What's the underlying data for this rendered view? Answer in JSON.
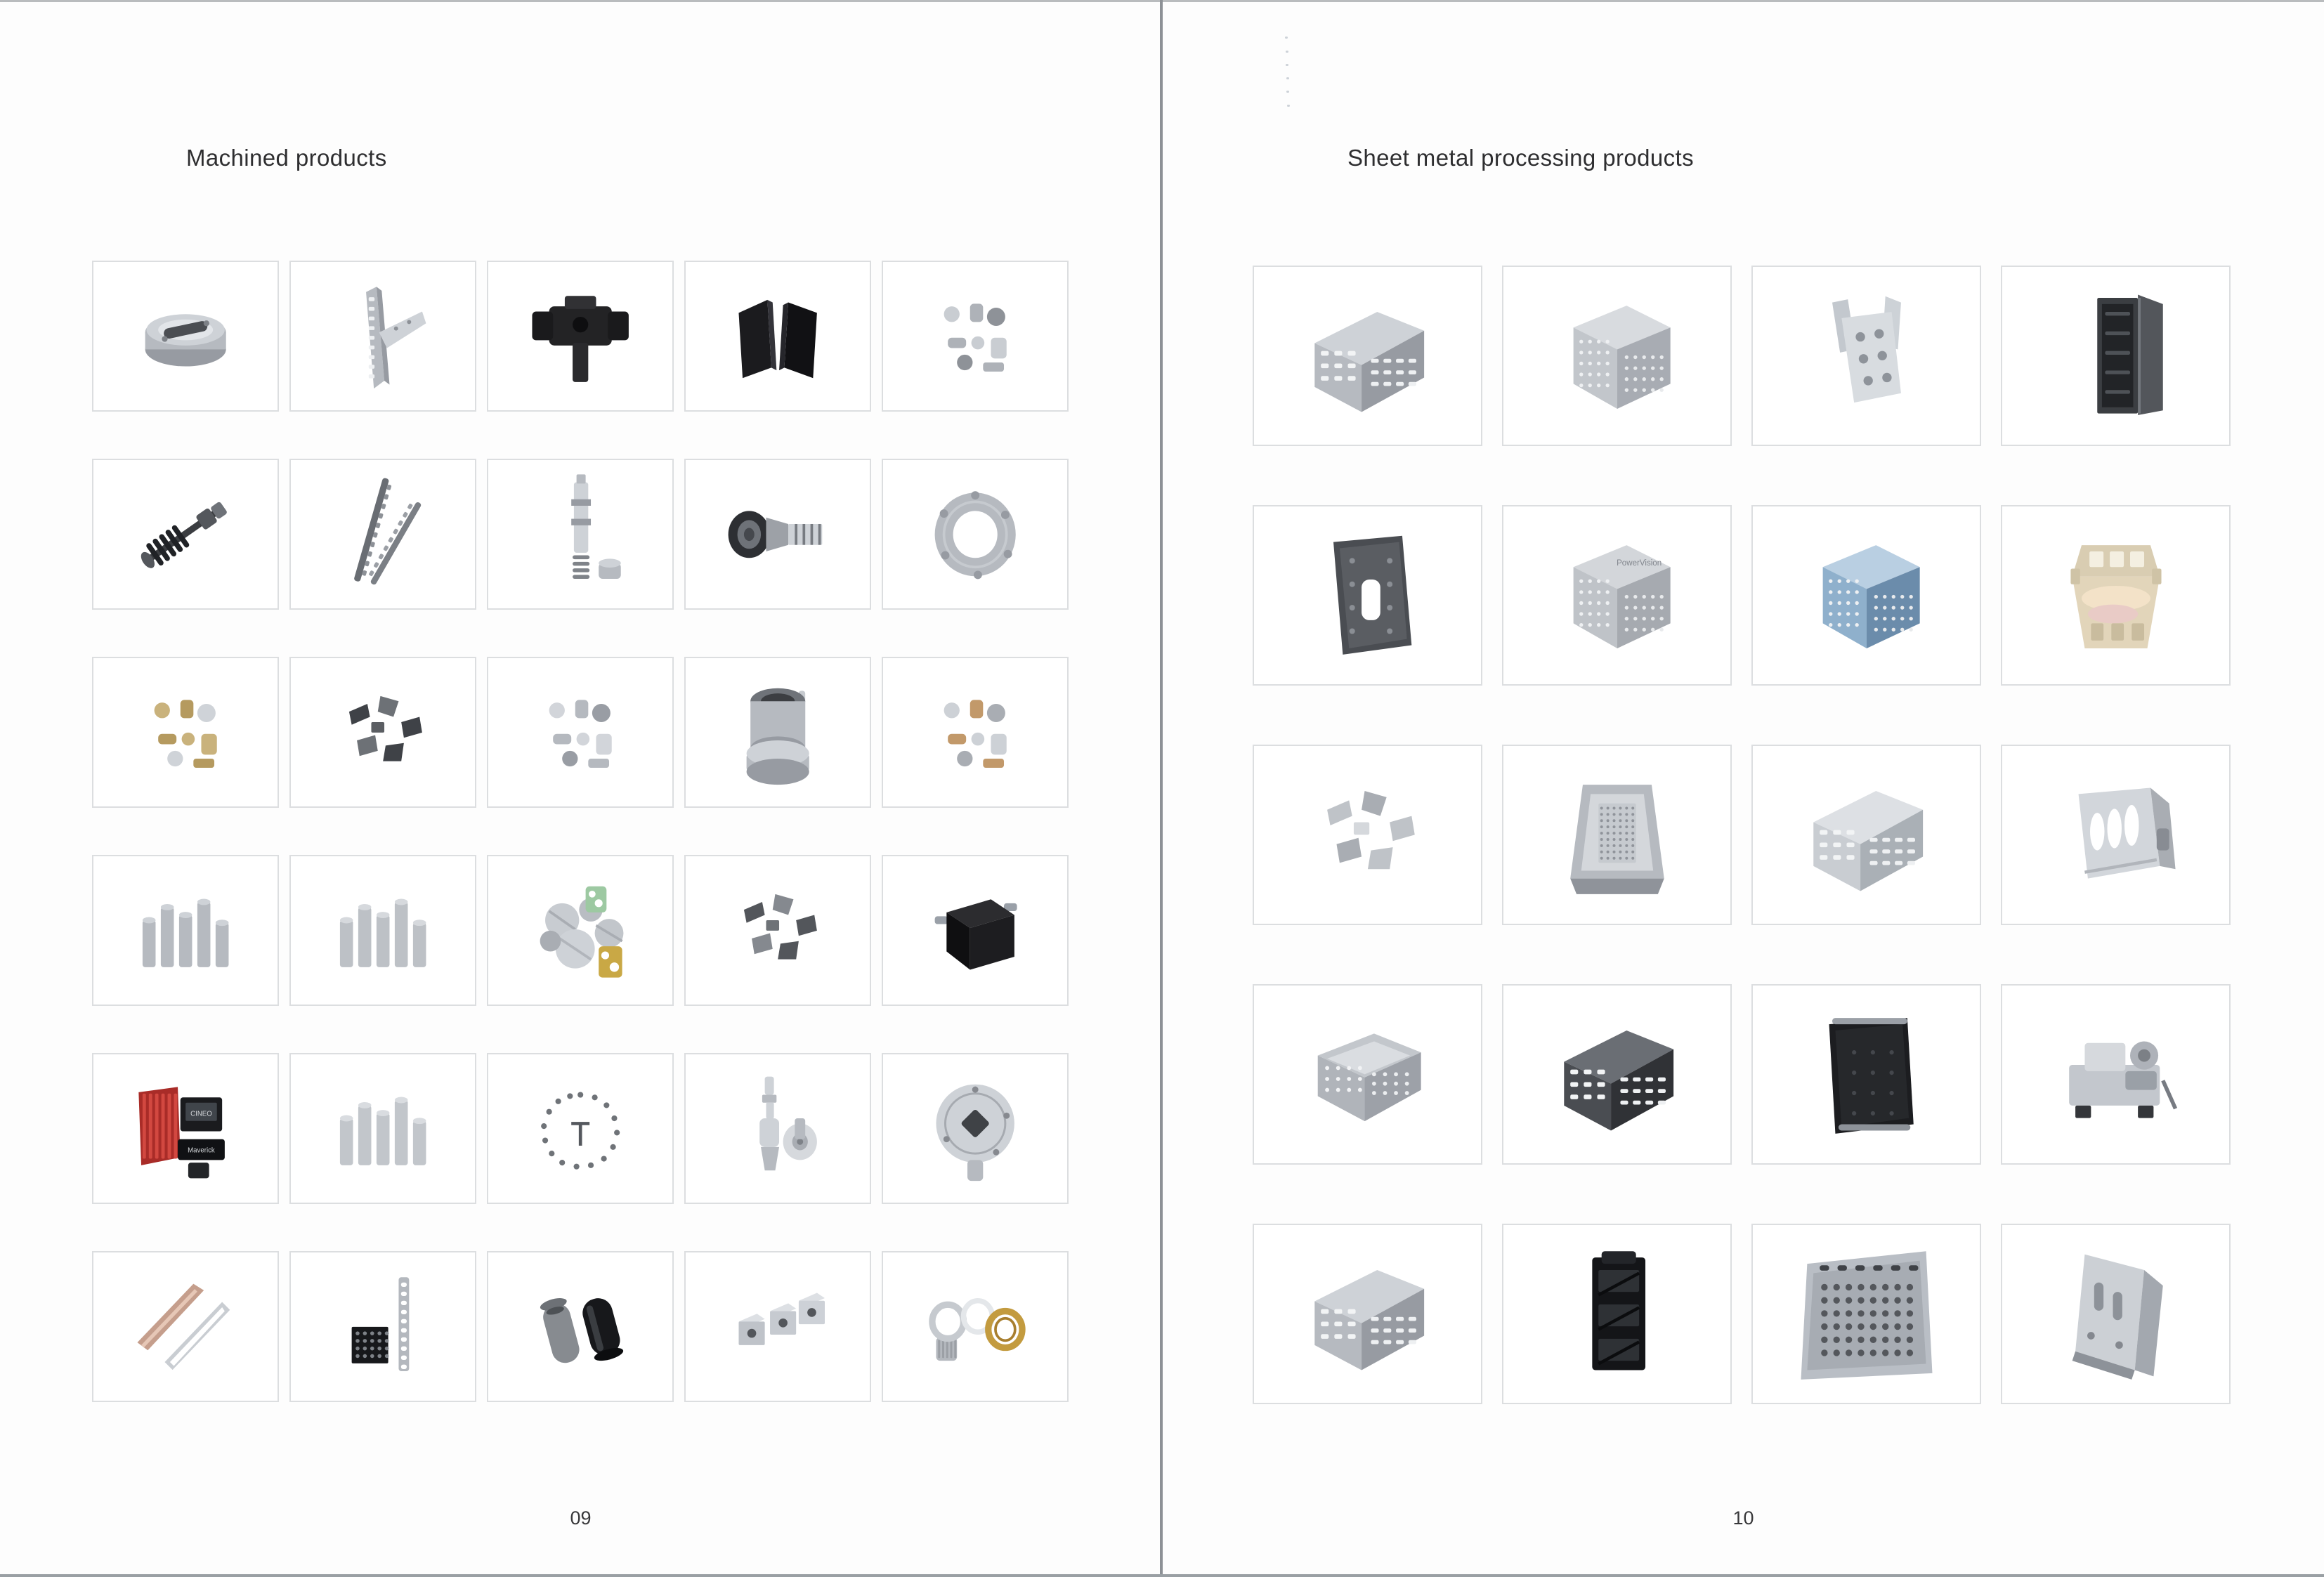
{
  "colors": {
    "page_bg": "#ffffff",
    "cell_border": "#dcdee0",
    "divider": "#8d9196",
    "title_text": "#2e2e30",
    "page_number_text": "#38383a"
  },
  "left_page": {
    "title": "Machined products",
    "page_number": "09",
    "grid": {
      "cols": 5,
      "rows": 6
    },
    "products": [
      {
        "name": "round-machined-housing",
        "art": "disc"
      },
      {
        "name": "angled-serrated-bracket",
        "art": "plate"
      },
      {
        "name": "black-clamp-bracket",
        "art": "bracket"
      },
      {
        "name": "black-angled-plates",
        "art": "plates2"
      },
      {
        "name": "small-turned-fasteners",
        "art": "scatter",
        "c": [
          "#c9cdd2",
          "#aeb2b8",
          "#8e9298"
        ]
      },
      {
        "name": "cv-axle-shaft",
        "art": "axle"
      },
      {
        "name": "serrated-broach-rods",
        "art": "rods"
      },
      {
        "name": "plunger-shaft",
        "art": "shaftv"
      },
      {
        "name": "bevel-gear-shaft",
        "art": "gearshaft"
      },
      {
        "name": "aluminum-adapter-flange",
        "art": "flange"
      },
      {
        "name": "brass-pins-set",
        "art": "scatter",
        "c": [
          "#c9b27c",
          "#b59a5f",
          "#cfd3d8"
        ]
      },
      {
        "name": "steel-clips-set",
        "art": "clips",
        "c": [
          "#5b5e63",
          "#3f4247",
          "#6d7176"
        ]
      },
      {
        "name": "turned-fittings-set",
        "art": "scatter",
        "c": [
          "#d2d5da",
          "#b5b9bf",
          "#999da4"
        ]
      },
      {
        "name": "flanged-cylinder",
        "art": "bigcyl"
      },
      {
        "name": "tubes-and-cups-set",
        "art": "scatter",
        "c": [
          "#cdd1d6",
          "#c2996a",
          "#a9adb3"
        ]
      },
      {
        "name": "stainless-standoffs",
        "art": "pins"
      },
      {
        "name": "threaded-spindles",
        "art": "pins",
        "c": [
          "#d6d9dd",
          "#bdc1c6",
          "#9da1a7"
        ]
      },
      {
        "name": "milled-discs-set",
        "art": "discs"
      },
      {
        "name": "gray-bracket-set",
        "art": "clips",
        "c": [
          "#6e7277",
          "#53565b",
          "#85898f"
        ]
      },
      {
        "name": "black-sheet-box",
        "art": "blackbox"
      },
      {
        "name": "red-heatsink-module",
        "art": "heatsink",
        "labels": [
          "CINEO",
          "Maverick"
        ]
      },
      {
        "name": "dowel-pins-set",
        "art": "pins",
        "c": [
          "#d9dce0",
          "#c2c6cb",
          "#a2a6ad"
        ]
      },
      {
        "name": "pin-circle-set",
        "art": "circlepins"
      },
      {
        "name": "spindle-and-flange-wheel",
        "art": "spindle"
      },
      {
        "name": "square-hole-flange",
        "art": "flangesq"
      },
      {
        "name": "rose-gold-panel-set",
        "art": "panels"
      },
      {
        "name": "keypad-plate-and-strip",
        "art": "keypad"
      },
      {
        "name": "oval-tube-sleeves",
        "art": "sleeves"
      },
      {
        "name": "drilled-blocks-set",
        "art": "blocks"
      },
      {
        "name": "metal-rings-set",
        "art": "rings"
      }
    ]
  },
  "right_page": {
    "title": "Sheet metal processing products",
    "page_number": "10",
    "grid": {
      "cols": 4,
      "rows": 5
    },
    "products": [
      {
        "name": "perforated-chassis-tray",
        "art": "chassis"
      },
      {
        "name": "perforated-cube-enclosure",
        "art": "cube",
        "c": [
          "#d8dbdf",
          "#c2c6cb",
          "#a8acb3"
        ]
      },
      {
        "name": "studded-zinc-bracket",
        "art": "bracketU"
      },
      {
        "name": "server-rack-cabinet",
        "art": "rack"
      },
      {
        "name": "dark-machined-plate",
        "art": "darkplate",
        "c": [
          "#4a4d52",
          "#5a5d62",
          "#8a8e94"
        ]
      },
      {
        "name": "powervision-enclosure",
        "art": "cube",
        "c": [
          "#d3d6da",
          "#bfc3c8",
          "#a6aab0"
        ],
        "labels": [
          "PowerVision"
        ]
      },
      {
        "name": "blue-vented-enclosure",
        "art": "cube",
        "c": [
          "#b9cfe2",
          "#8fb0cc",
          "#6b8cab"
        ]
      },
      {
        "name": "zinc-plated-bracket-tray",
        "art": "traybracket"
      },
      {
        "name": "bent-clips-set",
        "art": "clips",
        "c": [
          "#d5d8dc",
          "#bfc3c8",
          "#a9adb3"
        ]
      },
      {
        "name": "mesh-window-frame",
        "art": "frame"
      },
      {
        "name": "stepped-perforated-enclosure",
        "art": "chassis",
        "c": [
          "#dde0e4",
          "#c9cdd2",
          "#aab0b6"
        ]
      },
      {
        "name": "oval-cutout-hood",
        "art": "hood"
      },
      {
        "name": "hex-perforated-tray",
        "art": "tray"
      },
      {
        "name": "dark-mesh-chassis",
        "art": "chassis",
        "c": [
          "#6a6e74",
          "#4a4d52",
          "#303236"
        ]
      },
      {
        "name": "black-chassis-tray",
        "art": "blacktray"
      },
      {
        "name": "machined-chassis-assembly",
        "art": "assembly"
      },
      {
        "name": "perforated-chassis-tray-2",
        "art": "chassis"
      },
      {
        "name": "black-drive-cage",
        "art": "cage"
      },
      {
        "name": "round-hole-tray",
        "art": "trayholes"
      },
      {
        "name": "bent-bracket-panel",
        "art": "panelbent"
      }
    ]
  }
}
